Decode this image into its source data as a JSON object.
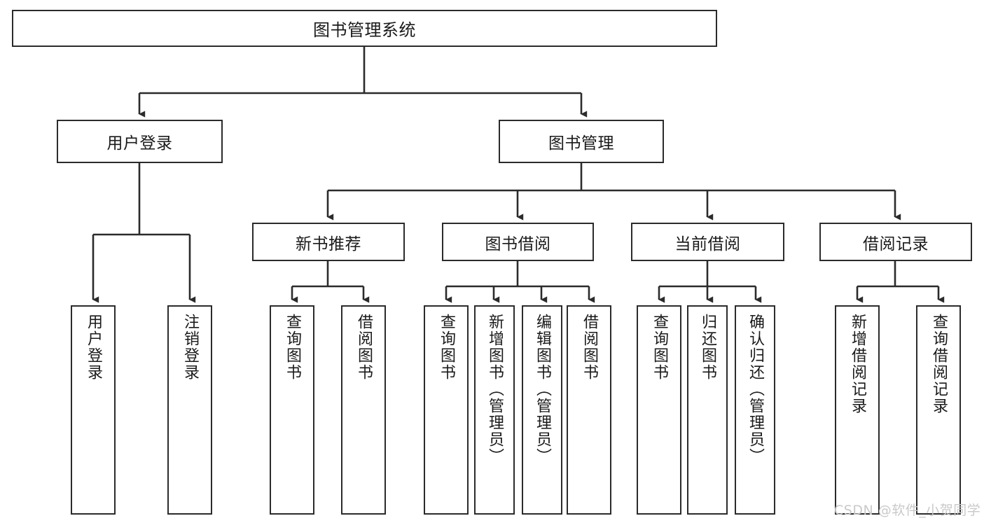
{
  "diagram": {
    "title": "图书管理系统",
    "type": "tree-hierarchy-chart",
    "root": {
      "label": "图书管理系统"
    },
    "level2": [
      {
        "label": "用户登录"
      },
      {
        "label": "图书管理"
      }
    ],
    "level3": [
      {
        "label": "新书推荐"
      },
      {
        "label": "图书借阅"
      },
      {
        "label": "当前借阅"
      },
      {
        "label": "借阅记录"
      }
    ],
    "leaves": [
      {
        "label": "用户登录"
      },
      {
        "label": "注销登录"
      },
      {
        "label": "查询图书"
      },
      {
        "label": "借阅图书"
      },
      {
        "label": "查询图书"
      },
      {
        "label": "新增图书（管理员）"
      },
      {
        "label": "编辑图书（管理员）"
      },
      {
        "label": "借阅图书"
      },
      {
        "label": "查询图书"
      },
      {
        "label": "归还图书"
      },
      {
        "label": "确认归还（管理员）"
      },
      {
        "label": "新增借阅记录"
      },
      {
        "label": "查询借阅记录"
      }
    ],
    "watermark": "CSDN @软件_小贺同学",
    "colors": {
      "stroke": "#2b2b2b",
      "fill": "#ffffff",
      "text": "#1a1a1a",
      "watermark": "#c9c9c9"
    }
  }
}
